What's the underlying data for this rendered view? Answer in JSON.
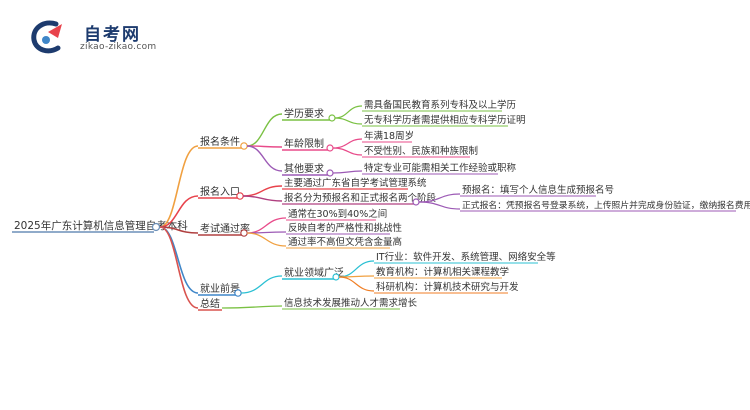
{
  "logo": {
    "title": "自考网",
    "url": "zikao-zikao.com"
  },
  "colors": {
    "root": "#6b8fb8",
    "branch_1": "#f0a040",
    "branch_2": "#e8434c",
    "branch_3": "#b04040",
    "branch_4": "#3f86c8",
    "branch_5": "#d9534f",
    "sub_edu": "#7ac143",
    "sub_age": "#e84b8a",
    "sub_other": "#9c5ab5",
    "sub_it": "#2bc0d3",
    "sub_teach": "#f0a040",
    "sub_research": "#f07e24"
  },
  "mindmap": {
    "root": "2025年广东计算机信息管理自考本科",
    "branches": [
      {
        "label": "报名条件",
        "children": [
          {
            "label": "学历要求",
            "children": [
              "需具备国民教育系列专科及以上学历",
              "无专科学历者需提供相应专科学历证明"
            ]
          },
          {
            "label": "年龄限制",
            "children": [
              "年满18周岁",
              "不受性别、民族和种族限制"
            ]
          },
          {
            "label": "其他要求",
            "children": [
              "特定专业可能需相关工作经验或职称"
            ]
          }
        ]
      },
      {
        "label": "报名入口",
        "children": [
          {
            "label": "主要通过广东省自学考试管理系统",
            "children": []
          },
          {
            "label": "报名分为预报名和正式报名两个阶段",
            "children": [
              "预报名：填写个人信息生成预报名号",
              "正式报名：凭预报名号登录系统，上传照片并完成身份验证，缴纳报名费用"
            ]
          }
        ]
      },
      {
        "label": "考试通过率",
        "children": [
          {
            "label": "通常在30%到40%之间",
            "children": []
          },
          {
            "label": "反映自考的严格性和挑战性",
            "children": []
          },
          {
            "label": "通过率不高但文凭含金量高",
            "children": []
          }
        ]
      },
      {
        "label": "就业前景",
        "children": [
          {
            "label": "就业领域广泛",
            "children": [
              "IT行业：软件开发、系统管理、网络安全等",
              "教育机构：计算机相关课程教学",
              "科研机构：计算机技术研究与开发"
            ]
          }
        ]
      },
      {
        "label": "总结",
        "children": [
          {
            "label": "信息技术发展推动人才需求增长",
            "children": []
          }
        ]
      }
    ]
  }
}
